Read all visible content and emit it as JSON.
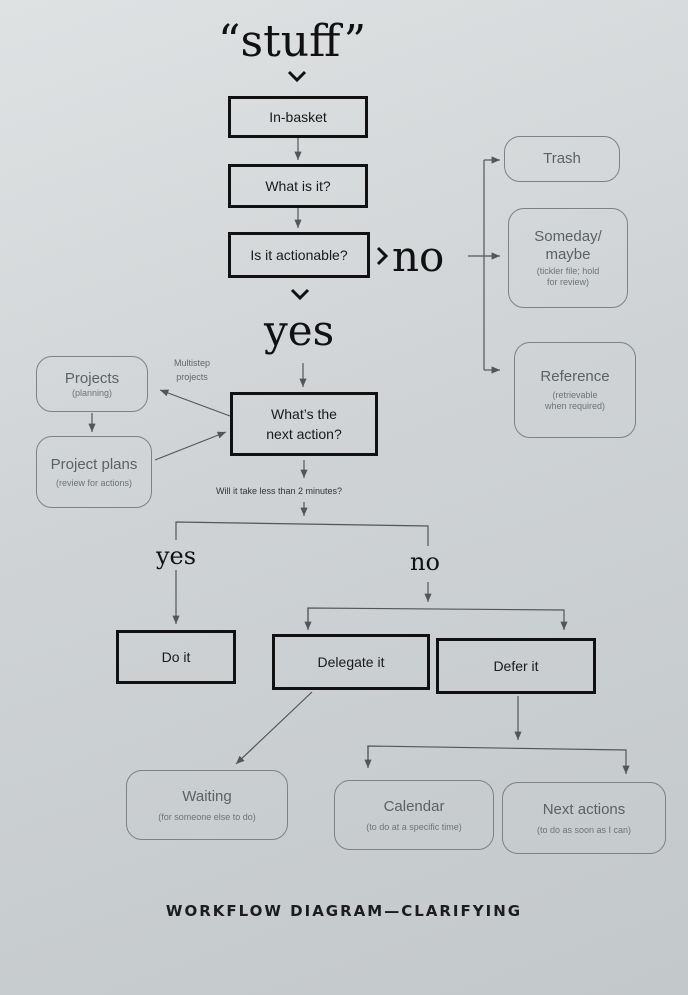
{
  "title": "“stuff”",
  "nodes": {
    "in_basket": "In-basket",
    "what_is_it": "What is it?",
    "is_actionable": "Is it actionable?",
    "next_action": "What’s the\nnext action?",
    "do_it": "Do it",
    "delegate_it": "Delegate it",
    "defer_it": "Defer it"
  },
  "outcomes": {
    "trash": {
      "label": "Trash"
    },
    "someday": {
      "label": "Someday/\nmaybe",
      "note": "(tickler file; hold\nfor review)"
    },
    "reference": {
      "label": "Reference",
      "note": "(retrievable\nwhen required)"
    },
    "projects": {
      "label": "Projects",
      "note": "(planning)"
    },
    "project_plans": {
      "label": "Project plans",
      "note": "(review for actions)"
    },
    "waiting": {
      "label": "Waiting",
      "note": "(for someone else to do)"
    },
    "calendar": {
      "label": "Calendar",
      "note": "(to do at a specific time)"
    },
    "next_actions": {
      "label": "Next actions",
      "note": "(to do as soon as I can)"
    }
  },
  "labels": {
    "no_big": "no",
    "yes_big": "yes",
    "multistep": "Multistep\nprojects",
    "two_minutes": "Will it take less than 2 minutes?",
    "yes_small": "yes",
    "no_small": "no"
  },
  "caption": "WORKFLOW DIAGRAM—CLARIFYING"
}
